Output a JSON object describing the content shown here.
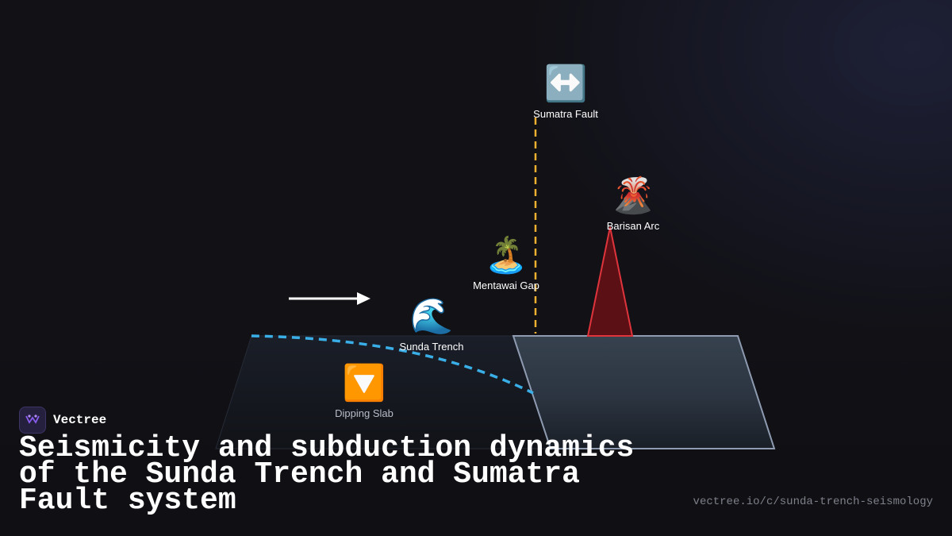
{
  "brand": {
    "name": "Vectree",
    "logo_icon": "vectree-logo-icon"
  },
  "title": "Seismicity and subduction dynamics of the Sunda Trench and Sumatra Fault system",
  "url": "vectree.io/c/sunda-trench-seismology",
  "nodes": {
    "sumatra_fault": {
      "icon": "left-right-arrow-icon",
      "emoji": "↔️",
      "label": "Sumatra Fault"
    },
    "barisan_arc": {
      "icon": "volcano-icon",
      "emoji": "🌋",
      "label": "Barisan Arc"
    },
    "mentawai_gap": {
      "icon": "island-icon",
      "emoji": "🏝️",
      "label": "Mentawai Gap"
    },
    "sunda_trench": {
      "icon": "wave-icon",
      "emoji": "🌊",
      "label": "Sunda Trench"
    },
    "dipping_slab": {
      "icon": "down-triangle-icon",
      "emoji": "🔽",
      "label": "Dipping Slab"
    }
  },
  "colors": {
    "background": "#111116",
    "fault_line": "#f0b030",
    "slab_curve": "#3aaee6",
    "volcano_fill": "#5a1014",
    "volcano_stroke": "#e0343c",
    "overriding_plate": "#34404f",
    "plate_edge": "#8e9bb0",
    "accent": "#8a5cf0"
  }
}
